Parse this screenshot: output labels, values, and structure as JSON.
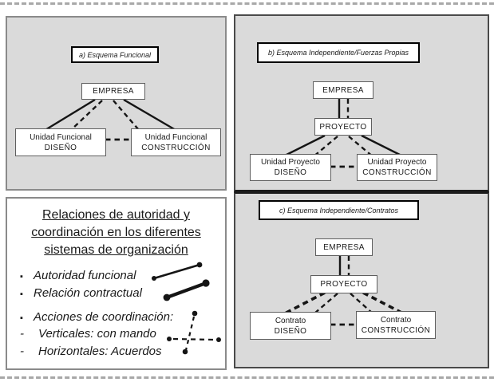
{
  "panels": {
    "a": {
      "title": "a) Esquema Funcional",
      "empresa": "EMPRESA",
      "left": {
        "line1": "Unidad Funcional",
        "line2": "DISEÑO"
      },
      "right": {
        "line1": "Unidad Funcional",
        "line2": "CONSTRUCCIÓN"
      }
    },
    "b": {
      "title": "b) Esquema Independiente/Fuerzas Propias",
      "empresa": "EMPRESA",
      "proyecto": "PROYECTO",
      "left": {
        "line1": "Unidad Proyecto",
        "line2": "DISEÑO"
      },
      "right": {
        "line1": "Unidad Proyecto",
        "line2": "CONSTRUCCIÓN"
      }
    },
    "c": {
      "title": "c) Esquema Independiente/Contratos",
      "empresa": "EMPRESA",
      "proyecto": "PROYECTO",
      "left": {
        "line1": "Contrato",
        "line2": "DISEÑO"
      },
      "right": {
        "line1": "Contrato",
        "line2": "CONSTRUCCIÓN"
      }
    }
  },
  "legend": {
    "title_line1": "Relaciones de autoridad y",
    "title_line2": "coordinación en los diferentes",
    "title_line3": "sistemas de organización",
    "items": [
      {
        "bullet": "▪",
        "label": "Autoridad funcional",
        "marker": "authority-line-icon"
      },
      {
        "bullet": "▪",
        "label": "Relación contractual",
        "marker": "contract-line-icon"
      },
      {
        "bullet": "▪",
        "label": "Acciones de coordinación:",
        "marker": "coordination-cross-icon"
      },
      {
        "bullet": "-",
        "label": "Verticales: con mando"
      },
      {
        "bullet": "-",
        "label": "Horizontales: Acuerdos"
      }
    ]
  },
  "colors": {
    "panel-bg": "#dadada",
    "panel-border": "#8a8a8a",
    "dark-border": "#4a4a4a",
    "divider": "#1c1c1c",
    "box-border": "#5f5f5f",
    "title-border": "#000000",
    "line-color": "#151515",
    "page-bg": "#ffffff",
    "dots": "#a8a8a8",
    "text": "#1a1a1a"
  }
}
